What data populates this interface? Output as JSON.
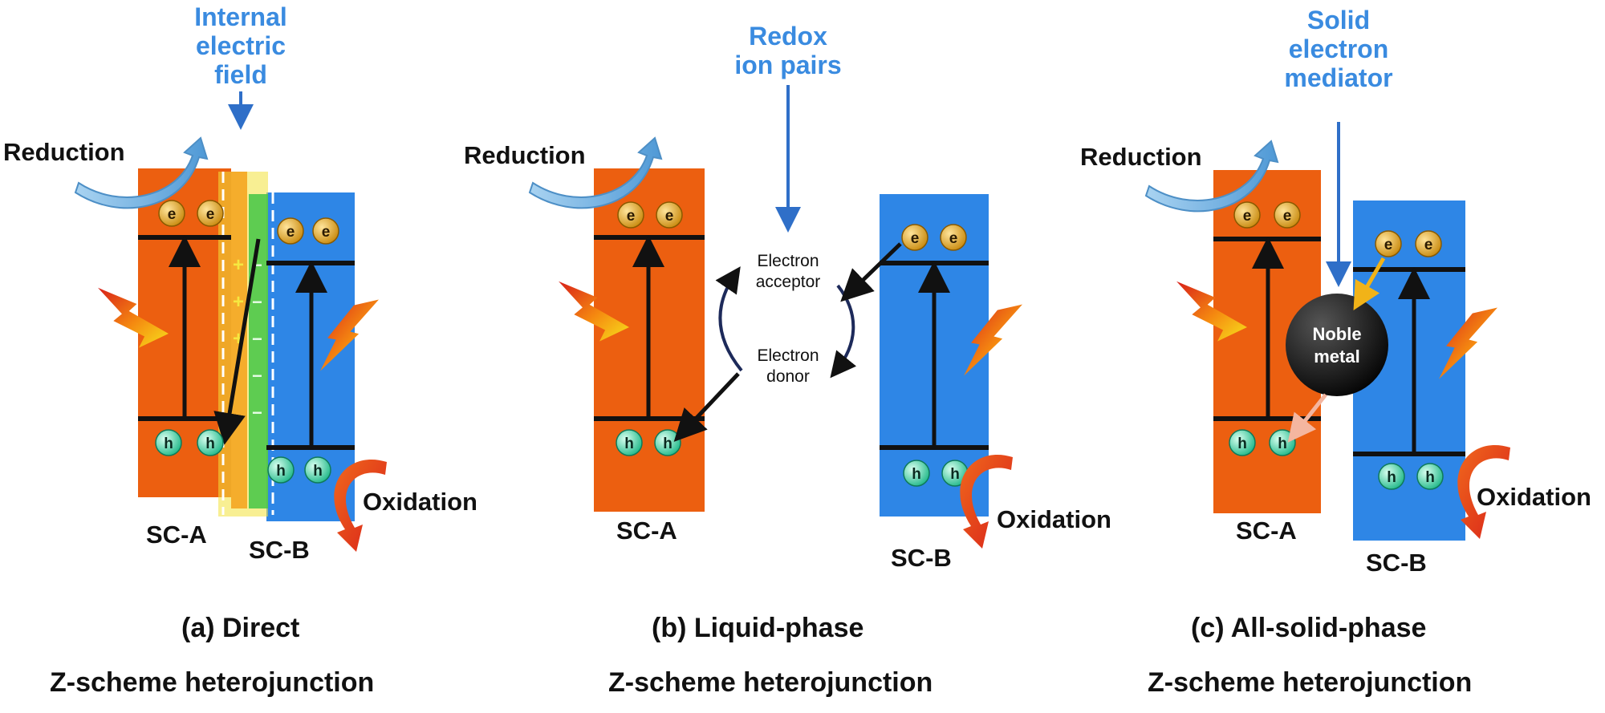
{
  "panels": [
    {
      "id": "a",
      "top_label": [
        "Internal",
        "electric",
        "field"
      ],
      "reduction": "Reduction",
      "oxidation": "Oxidation",
      "electron": "e",
      "hole": "h",
      "sc_a": "SC-A",
      "sc_b": "SC-B",
      "caption_line1": "(a) Direct",
      "caption_line2": "Z-scheme heterojunction",
      "plus": "+",
      "minus": "−"
    },
    {
      "id": "b",
      "top_label": [
        "Redox",
        "ion pairs"
      ],
      "reduction": "Reduction",
      "oxidation": "Oxidation",
      "electron": "e",
      "hole": "h",
      "sc_a": "SC-A",
      "sc_b": "SC-B",
      "acceptor": [
        "Electron",
        "acceptor"
      ],
      "donor": [
        "Electron",
        "donor"
      ],
      "caption_line1": "(b) Liquid-phase",
      "caption_line2": "Z-scheme heterojunction"
    },
    {
      "id": "c",
      "top_label": [
        "Solid",
        "electron",
        "mediator"
      ],
      "reduction": "Reduction",
      "oxidation": "Oxidation",
      "electron": "e",
      "hole": "h",
      "sc_a": "SC-A",
      "sc_b": "SC-B",
      "mediator": [
        "Noble",
        "metal"
      ],
      "caption_line1": "(c) All-solid-phase",
      "caption_line2": "Z-scheme heterojunction"
    }
  ],
  "colors": {
    "sc_a": "#ec5f10",
    "sc_b": "#2e86e6",
    "label_blue": "#3a8be0",
    "electron_fill": "#e3a51c",
    "hole_fill": "#4ee2b0",
    "band_line": "#111111",
    "reduction_arrow": "#6aaee0",
    "oxidation_arrow": "#e63b1c",
    "field_yellow": "#f2e13a",
    "field_green": "#4cc84a",
    "field_orange": "#f4a11a"
  },
  "icons": [
    "lightning-icon",
    "curved-arrow-icon"
  ]
}
